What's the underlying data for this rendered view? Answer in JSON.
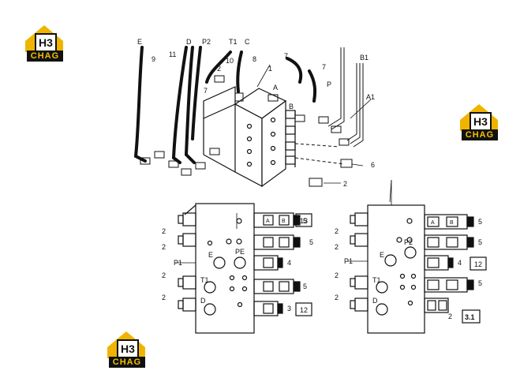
{
  "logos": [
    {
      "brand_top": "H3",
      "brand_bottom": "CHAG"
    },
    {
      "brand_top": "H3",
      "brand_bottom": "CHAG"
    },
    {
      "brand_top": "H3",
      "brand_bottom": "CHAG"
    }
  ],
  "colors": {
    "logo_yellow": "#f0b400",
    "ink": "#111111"
  },
  "top_labels": {
    "E": "E",
    "D": "D",
    "P2": "P2",
    "T1": "T1",
    "C": "C",
    "n9": "9",
    "n11": "11",
    "n10": "10",
    "n8": "8",
    "n1": "1",
    "n2a": "2",
    "n7a": "7",
    "n7b": "7",
    "n7c": "7",
    "A": "A",
    "B": "B",
    "B1": "B1",
    "P": "P",
    "A1": "A1",
    "n6": "6",
    "n2b": "2"
  },
  "left_view": {
    "ports": {
      "P1": "P1",
      "E": "E",
      "PE": "PE",
      "T1": "T1",
      "D": "D"
    },
    "callouts": {
      "n2a": "2",
      "n2b": "2",
      "n2c": "2",
      "n2d": "2",
      "n5a": "5",
      "n5b": "5",
      "n5c": "5",
      "n4": "4",
      "n3": "3"
    },
    "boxes": {
      "b13": "13",
      "b12": "12"
    },
    "coil_labels": {
      "A": "A",
      "B": "B"
    }
  },
  "right_view": {
    "ports": {
      "P1": "P1",
      "E": "E",
      "P2": "P2",
      "T1": "T1",
      "D": "D"
    },
    "callouts": {
      "n2a": "2",
      "n2b": "2",
      "n2c": "2",
      "n2d": "2",
      "n2e": "2",
      "n5a": "5",
      "n5b": "5",
      "n5c": "5",
      "n4": "4"
    },
    "boxes": {
      "b12": "12",
      "b31": "3.1"
    },
    "coil_labels": {
      "A": "A",
      "B": "B"
    }
  }
}
